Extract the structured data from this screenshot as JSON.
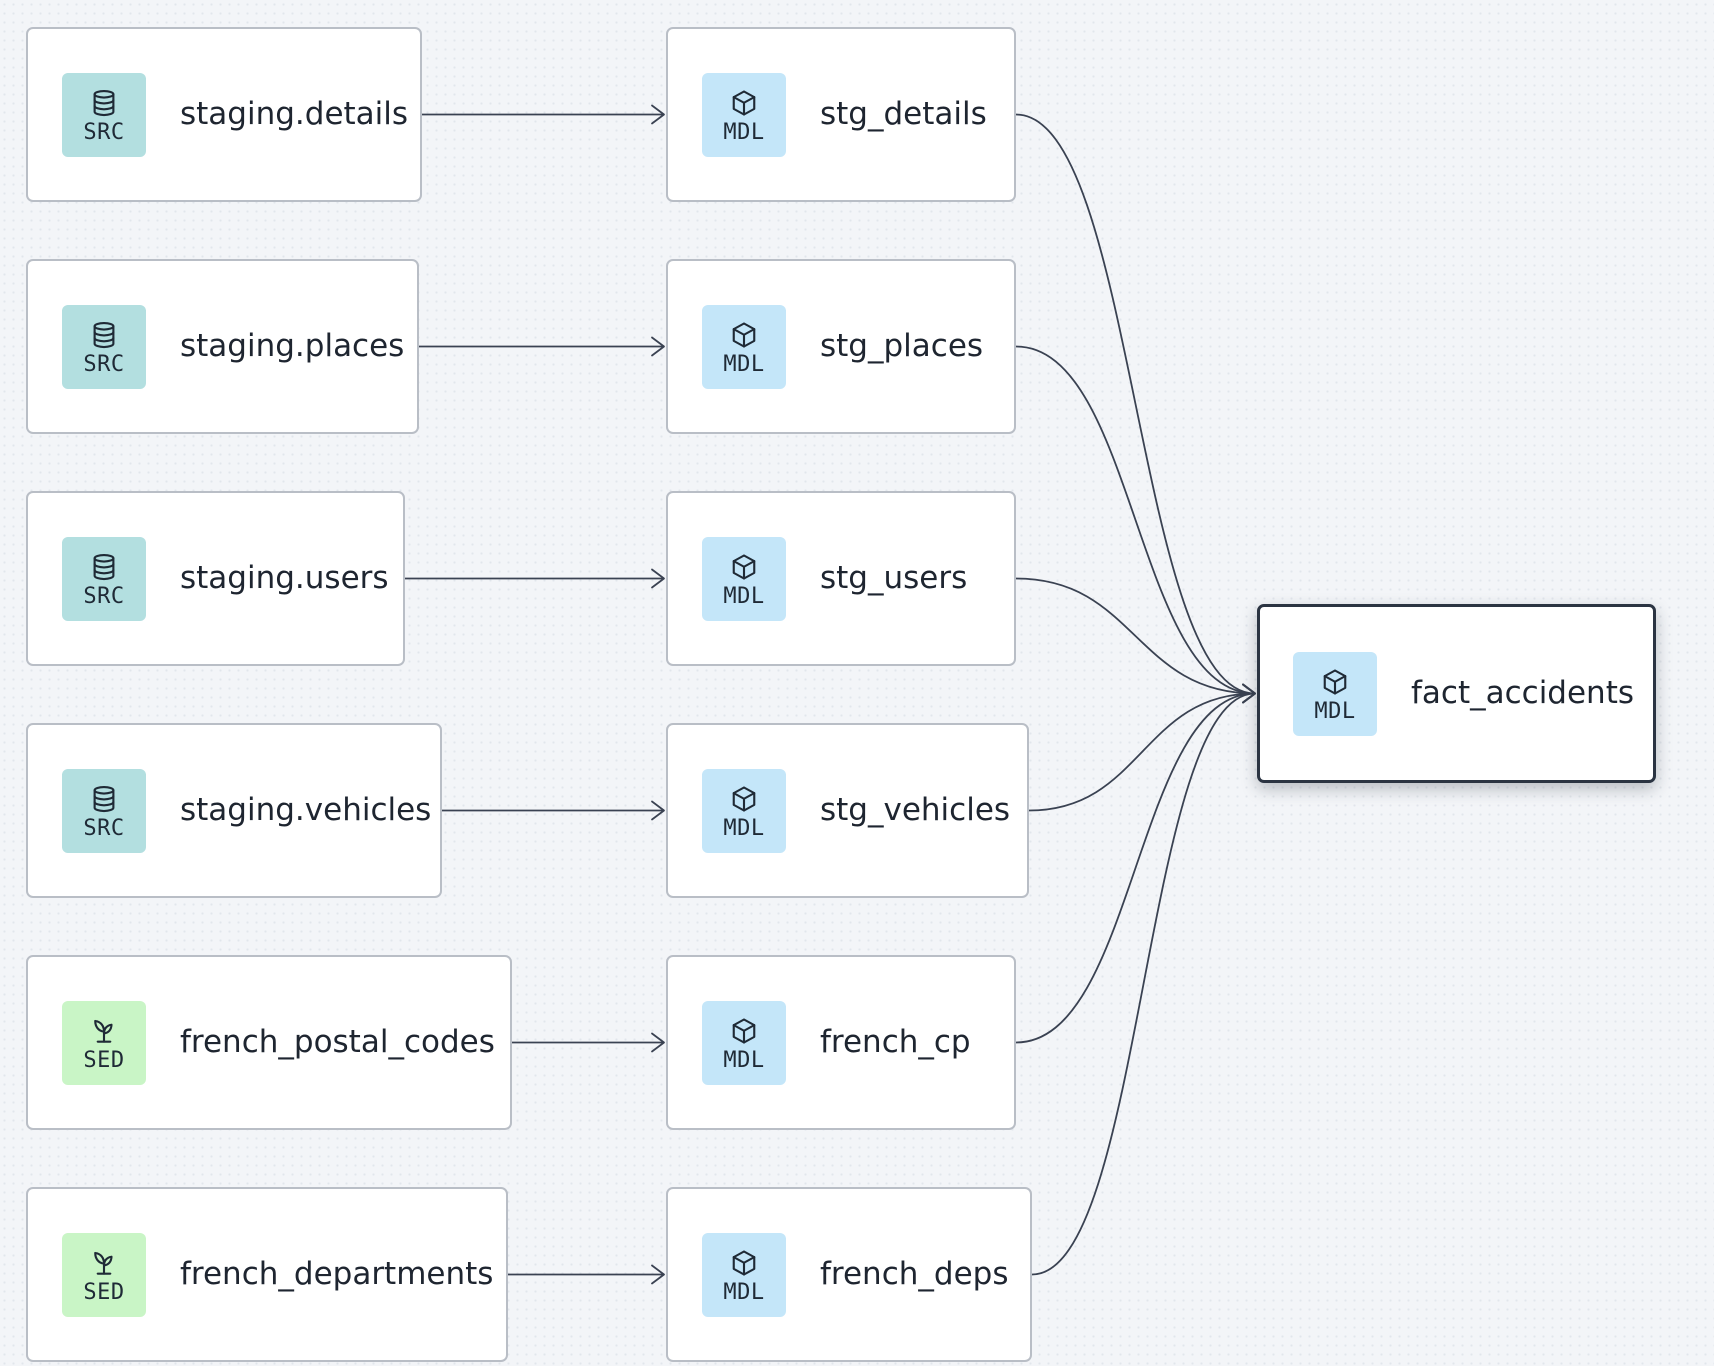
{
  "colors": {
    "background": "#f3f5f8",
    "edge": "#3a4252",
    "node_border": "#b9bec6",
    "node_border_selected": "#2b3442",
    "badge_src": "#b3dfe0",
    "badge_mdl": "#c4e6f9",
    "badge_sed": "#c9f5c6"
  },
  "nodes": [
    {
      "id": "staging.details",
      "label": "staging.details",
      "badge": "SRC",
      "icon": "database-icon"
    },
    {
      "id": "staging.places",
      "label": "staging.places",
      "badge": "SRC",
      "icon": "database-icon"
    },
    {
      "id": "staging.users",
      "label": "staging.users",
      "badge": "SRC",
      "icon": "database-icon"
    },
    {
      "id": "staging.vehicles",
      "label": "staging.vehicles",
      "badge": "SRC",
      "icon": "database-icon"
    },
    {
      "id": "french_postal_codes",
      "label": "french_postal_codes",
      "badge": "SED",
      "icon": "sprout-icon"
    },
    {
      "id": "french_departments",
      "label": "french_departments",
      "badge": "SED",
      "icon": "sprout-icon"
    },
    {
      "id": "stg_details",
      "label": "stg_details",
      "badge": "MDL",
      "icon": "cube-icon"
    },
    {
      "id": "stg_places",
      "label": "stg_places",
      "badge": "MDL",
      "icon": "cube-icon"
    },
    {
      "id": "stg_users",
      "label": "stg_users",
      "badge": "MDL",
      "icon": "cube-icon"
    },
    {
      "id": "stg_vehicles",
      "label": "stg_vehicles",
      "badge": "MDL",
      "icon": "cube-icon"
    },
    {
      "id": "french_cp",
      "label": "french_cp",
      "badge": "MDL",
      "icon": "cube-icon"
    },
    {
      "id": "french_deps",
      "label": "french_deps",
      "badge": "MDL",
      "icon": "cube-icon"
    },
    {
      "id": "fact_accidents",
      "label": "fact_accidents",
      "badge": "MDL",
      "icon": "cube-icon",
      "selected": true
    }
  ],
  "edges": [
    {
      "from": "staging.details",
      "to": "stg_details"
    },
    {
      "from": "staging.places",
      "to": "stg_places"
    },
    {
      "from": "staging.users",
      "to": "stg_users"
    },
    {
      "from": "staging.vehicles",
      "to": "stg_vehicles"
    },
    {
      "from": "french_postal_codes",
      "to": "french_cp"
    },
    {
      "from": "french_departments",
      "to": "french_deps"
    },
    {
      "from": "stg_details",
      "to": "fact_accidents"
    },
    {
      "from": "stg_places",
      "to": "fact_accidents"
    },
    {
      "from": "stg_users",
      "to": "fact_accidents"
    },
    {
      "from": "stg_vehicles",
      "to": "fact_accidents"
    },
    {
      "from": "french_cp",
      "to": "fact_accidents"
    },
    {
      "from": "french_deps",
      "to": "fact_accidents"
    }
  ]
}
